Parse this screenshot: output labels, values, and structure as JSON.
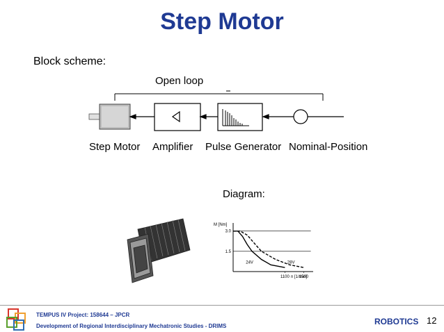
{
  "slide": {
    "title": "Step Motor",
    "section_label": "Block scheme:",
    "open_loop_label": "Open loop",
    "blocks": {
      "step_motor": "Step Motor",
      "amplifier": "Amplifier",
      "pulse_generator": "Pulse Generator",
      "nominal_position": "Nominal-Position"
    },
    "diagram_label": "Diagram:"
  },
  "chart": {
    "y_axis_label": "M [Nm]",
    "x_axis_label": "n [1/min]",
    "y_ticks": [
      "3.0",
      "1.5"
    ],
    "x_ticks": [
      "1100",
      "1500"
    ],
    "curve_labels": [
      "24V",
      "28V"
    ]
  },
  "chart_data": {
    "type": "line",
    "title": "",
    "xlabel": "n [1/min]",
    "ylabel": "M [Nm]",
    "xlim": [
      0,
      1700
    ],
    "ylim": [
      0,
      3.6
    ],
    "y_ticks": [
      3.0,
      1.5
    ],
    "x_ticks": [
      1100,
      1500
    ],
    "series": [
      {
        "name": "24V",
        "x": [
          0,
          100,
          200,
          300,
          400,
          600,
          800,
          1100
        ],
        "y": [
          3.0,
          3.0,
          2.6,
          2.0,
          1.5,
          0.9,
          0.5,
          0.3
        ]
      },
      {
        "name": "28V",
        "x": [
          0,
          150,
          300,
          450,
          600,
          900,
          1200,
          1500
        ],
        "y": [
          3.0,
          3.0,
          2.7,
          2.1,
          1.5,
          0.9,
          0.5,
          0.3
        ]
      }
    ]
  },
  "footer": {
    "project": "TEMPUS IV Project: 158644 – JPCR",
    "program": "Development of Regional Interdisciplinary Mechatronic Studies - DRIMS",
    "robotics": "ROBOTICS",
    "page_number": "12"
  },
  "colors": {
    "title": "#1f3a93",
    "footer_text": "#1f3a93",
    "logo_red": "#d9342b",
    "logo_green": "#5aa02c",
    "logo_orange": "#f0a030",
    "logo_blue": "#2e6db4"
  }
}
